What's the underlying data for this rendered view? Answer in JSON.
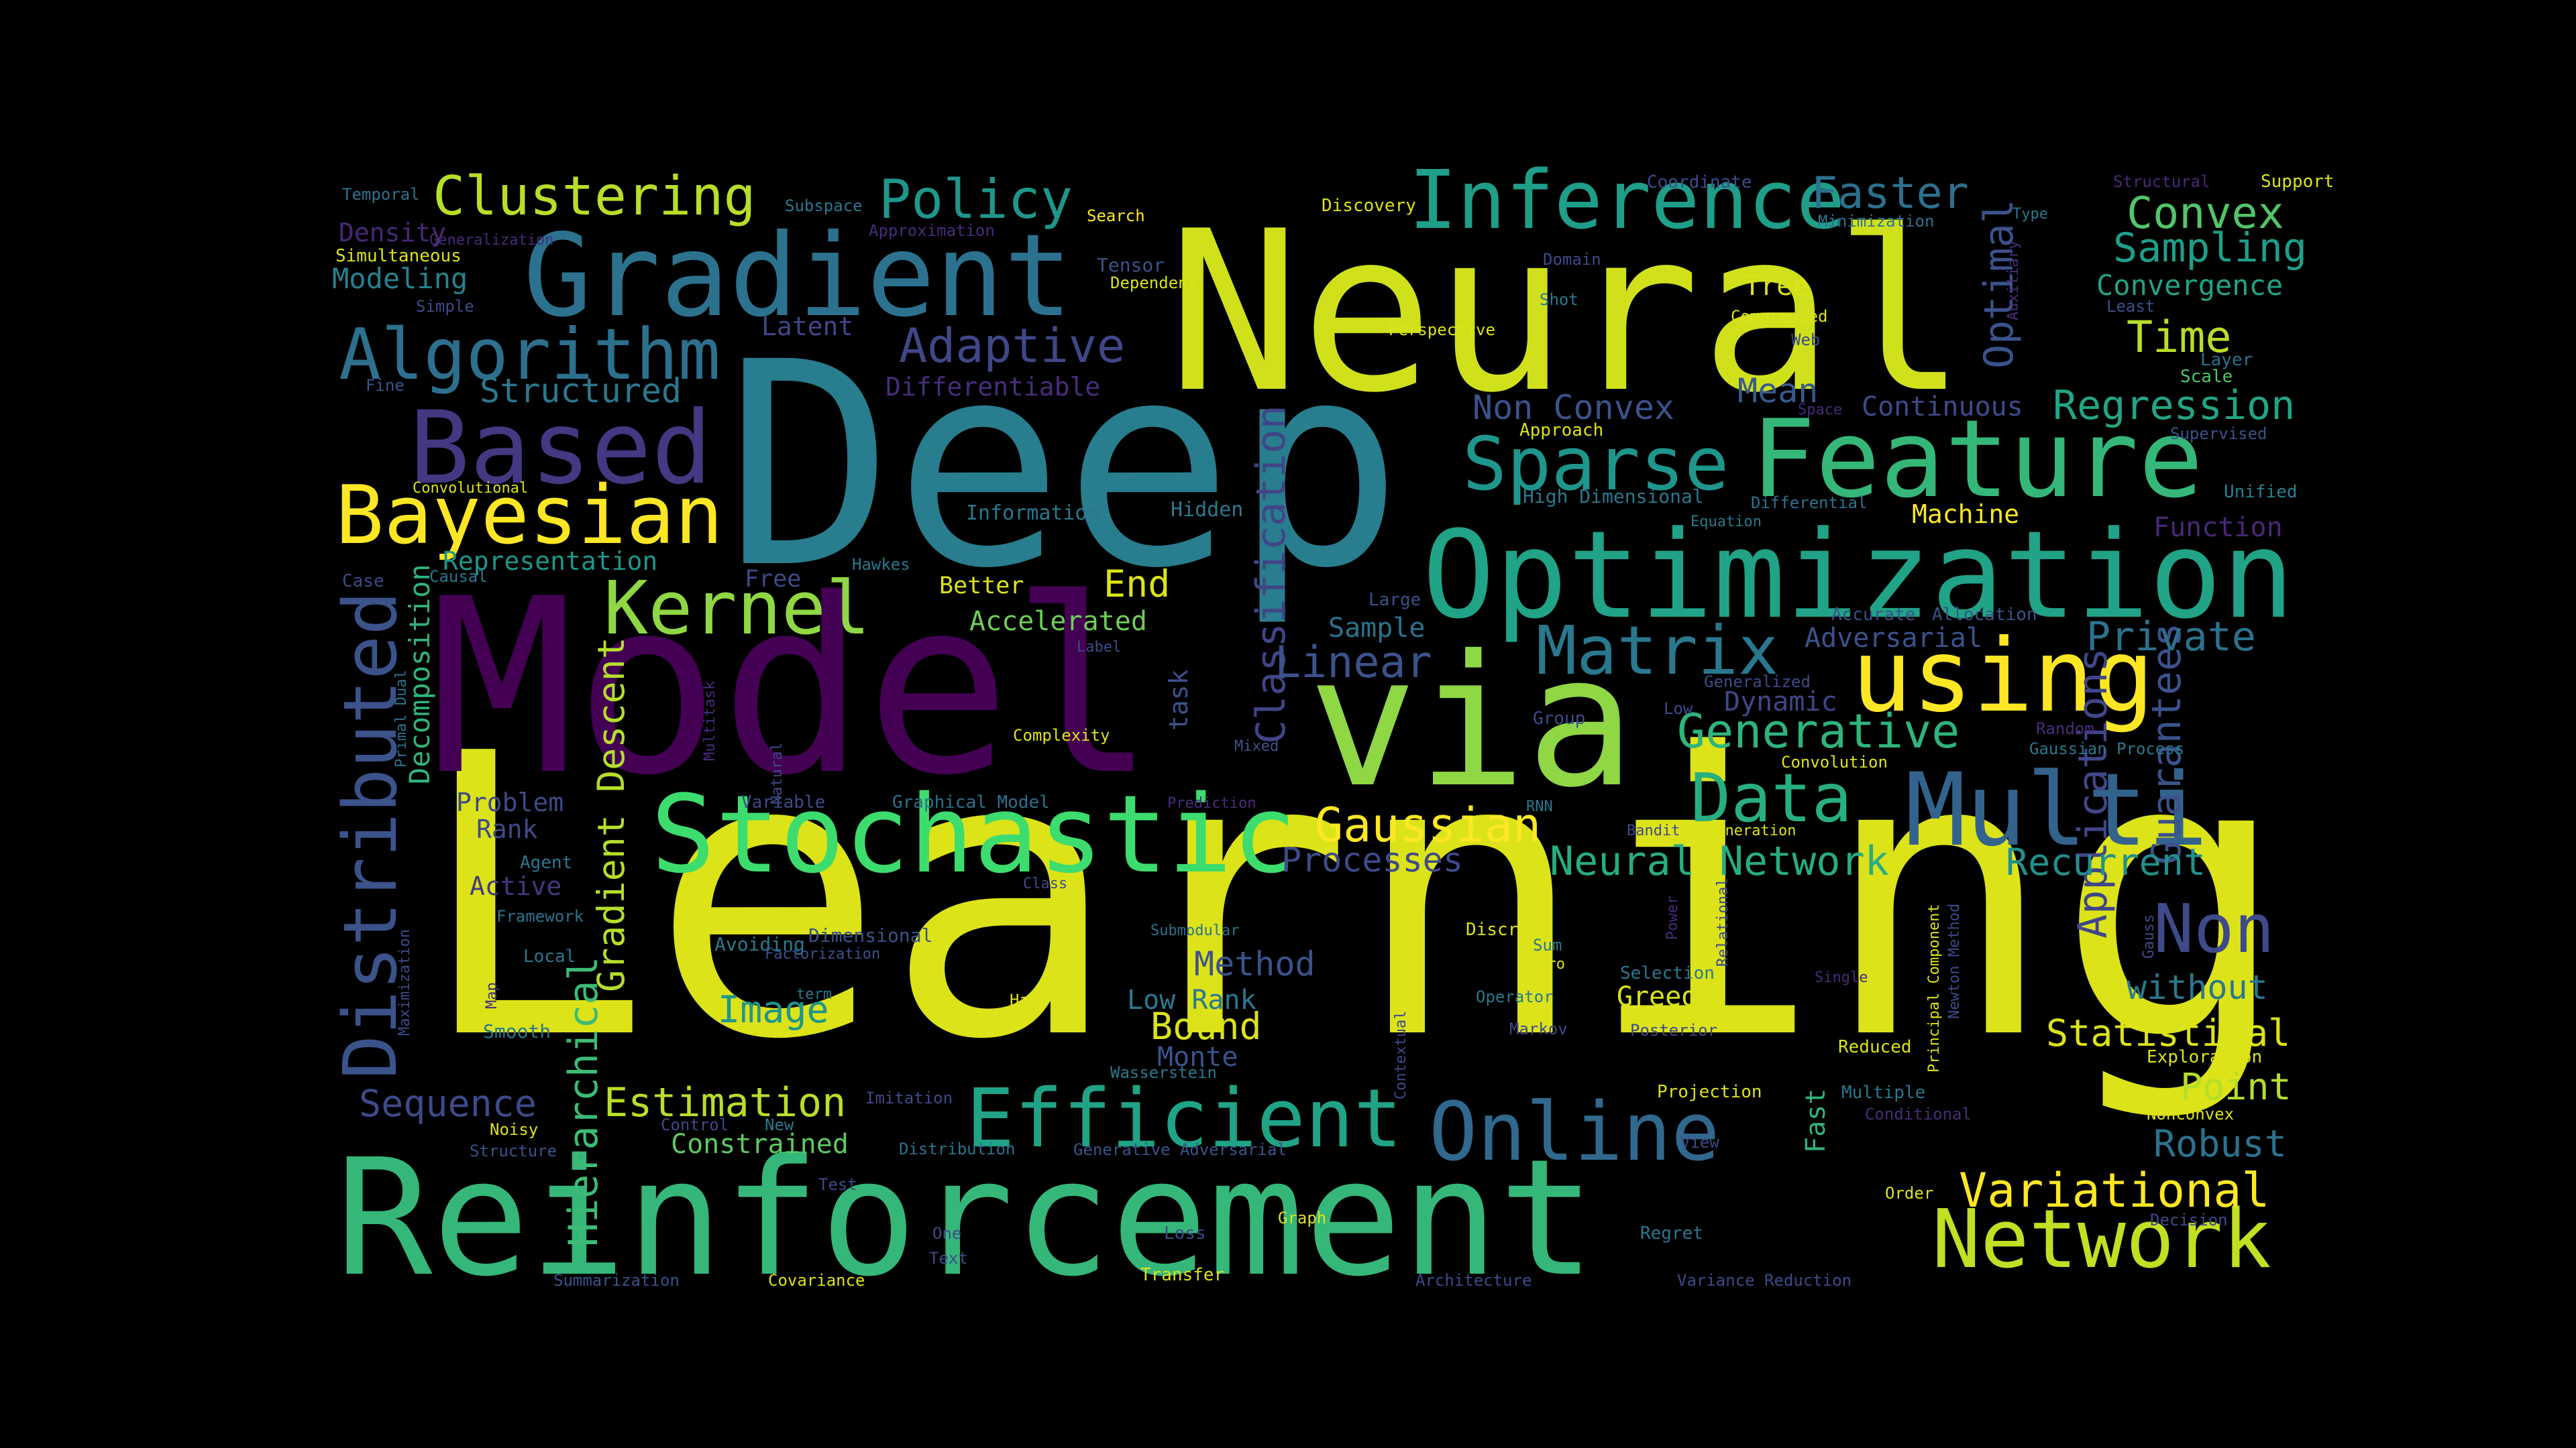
{
  "word_cloud": {
    "words": [
      {
        "text": "Learning",
        "color": "#dce319"
      },
      {
        "text": "Deep",
        "color": "#287d8e"
      },
      {
        "text": "Model",
        "color": "#440154"
      },
      {
        "text": "Neural",
        "color": "#d0e11c"
      },
      {
        "text": "Reinforcement",
        "color": "#35b779"
      },
      {
        "text": "via",
        "color": "#8fd744"
      },
      {
        "text": "Optimization",
        "color": "#20a386"
      },
      {
        "text": "Stochastic",
        "color": "#3ddc6e"
      },
      {
        "text": "Gradient",
        "color": "#2c728e"
      },
      {
        "text": "Feature",
        "color": "#35b779"
      },
      {
        "text": "Multi",
        "color": "#33638d"
      },
      {
        "text": "using",
        "color": "#fde725"
      },
      {
        "text": "Based",
        "color": "#453781"
      },
      {
        "text": "Efficient",
        "color": "#20a386"
      },
      {
        "text": "Inference",
        "color": "#1f9e89"
      },
      {
        "text": "Online",
        "color": "#31688e"
      },
      {
        "text": "Algorithm",
        "color": "#2d708e"
      },
      {
        "text": "Bayesian",
        "color": "#fde725"
      },
      {
        "text": "Distributed",
        "color": "#3b528b"
      },
      {
        "text": "Network",
        "color": "#c2df23"
      },
      {
        "text": "Kernel",
        "color": "#8fd744"
      },
      {
        "text": "Matrix",
        "color": "#2a788e"
      },
      {
        "text": "Data",
        "color": "#29af7f"
      },
      {
        "text": "Sparse",
        "color": "#1f968b"
      },
      {
        "text": "Clustering",
        "color": "#b8de29"
      },
      {
        "text": "Policy",
        "color": "#1f968b"
      },
      {
        "text": "Non",
        "color": "#3e4a89"
      },
      {
        "text": "Generative",
        "color": "#2fb47c"
      },
      {
        "text": "Gaussian",
        "color": "#fde725"
      },
      {
        "text": "Neural Network",
        "color": "#27ad81"
      },
      {
        "text": "Variational",
        "color": "#fde725"
      },
      {
        "text": "Adaptive",
        "color": "#3f4788"
      },
      {
        "text": "Convex",
        "color": "#52c569"
      },
      {
        "text": "Faster",
        "color": "#2d708e"
      },
      {
        "text": "Sampling",
        "color": "#1f9e89"
      },
      {
        "text": "Classification",
        "color": "#414487"
      },
      {
        "text": "Hierarchical",
        "color": "#3cbb75"
      },
      {
        "text": "Applications",
        "color": "#404688"
      },
      {
        "text": "Guarantees",
        "color": "#3b528b"
      },
      {
        "text": "Gradient Descent",
        "color": "#b5de2b"
      },
      {
        "text": "Optimal",
        "color": "#3b528b"
      },
      {
        "text": "Time",
        "color": "#b8de29"
      },
      {
        "text": "Regression",
        "color": "#21a685"
      },
      {
        "text": "Statistical",
        "color": "#dce319"
      },
      {
        "text": "Structured",
        "color": "#2a788e"
      },
      {
        "text": "Linear",
        "color": "#3b528b"
      },
      {
        "text": "Private",
        "color": "#2c728e"
      },
      {
        "text": "Recurrent",
        "color": "#21908d"
      },
      {
        "text": "Estimation",
        "color": "#b8de29"
      },
      {
        "text": "Sequence",
        "color": "#3e4a89"
      },
      {
        "text": "Bound",
        "color": "#dce319"
      },
      {
        "text": "Image",
        "color": "#1f968b"
      },
      {
        "text": "Method",
        "color": "#3b528b"
      },
      {
        "text": "Robust",
        "color": "#2c728e"
      },
      {
        "text": "Point",
        "color": "#b5de2b"
      },
      {
        "text": "without",
        "color": "#2a788e"
      },
      {
        "text": "Decomposition",
        "color": "#2fb47c"
      },
      {
        "text": "Processes",
        "color": "#3e4a89"
      },
      {
        "text": "End",
        "color": "#dce319"
      },
      {
        "text": "Representation",
        "color": "#1f968b"
      },
      {
        "text": "Mean",
        "color": "#38598c"
      },
      {
        "text": "Non Convex",
        "color": "#3b528b"
      },
      {
        "text": "Convergence",
        "color": "#20a386"
      },
      {
        "text": "Density",
        "color": "#482878"
      },
      {
        "text": "Modeling",
        "color": "#26828e"
      },
      {
        "text": "Tree",
        "color": "#dce319"
      },
      {
        "text": "Accelerated",
        "color": "#6ece58"
      },
      {
        "text": "Dynamic",
        "color": "#3f4788"
      },
      {
        "text": "Constrained",
        "color": "#5ec962"
      },
      {
        "text": "Low Rank",
        "color": "#2a788e"
      },
      {
        "text": "Greedy",
        "color": "#dce319"
      },
      {
        "text": "Fast",
        "color": "#2fb47c"
      },
      {
        "text": "Monte",
        "color": "#3b528b"
      },
      {
        "text": "Continuous",
        "color": "#3e4a89"
      },
      {
        "text": "Adversarial",
        "color": "#3b528b"
      },
      {
        "text": "Sample",
        "color": "#2c728e"
      },
      {
        "text": "Latent",
        "color": "#404688"
      },
      {
        "text": "Differentiable",
        "color": "#472d7b"
      },
      {
        "text": "Problem",
        "color": "#3e4a89"
      },
      {
        "text": "Rank",
        "color": "#3e4a89"
      },
      {
        "text": "Active",
        "color": "#453781"
      },
      {
        "text": "Function",
        "color": "#482878"
      },
      {
        "text": "Machine",
        "color": "#fde725"
      },
      {
        "text": "task",
        "color": "#3b528b"
      },
      {
        "text": "Hidden",
        "color": "#2a788e"
      },
      {
        "text": "Information",
        "color": "#2a788e"
      },
      {
        "text": "Better",
        "color": "#dce319"
      },
      {
        "text": "Free",
        "color": "#3e4a89"
      },
      {
        "text": "High Dimensional",
        "color": "#2a788e"
      },
      {
        "text": "Layer",
        "color": "#2c728e"
      },
      {
        "text": "Scale",
        "color": "#52c569"
      },
      {
        "text": "Unified",
        "color": "#26828e"
      },
      {
        "text": "Supervised",
        "color": "#3b528b"
      },
      {
        "text": "Support",
        "color": "#dce319"
      },
      {
        "text": "Structural",
        "color": "#482878"
      },
      {
        "text": "Type",
        "color": "#2a788e"
      },
      {
        "text": "Minimization",
        "color": "#2c728e"
      },
      {
        "text": "Coordinate",
        "color": "#3e4a89"
      },
      {
        "text": "Discovery",
        "color": "#dce319"
      },
      {
        "text": "Search",
        "color": "#fde725"
      },
      {
        "text": "Subspace",
        "color": "#2a788e"
      },
      {
        "text": "Approximation",
        "color": "#472d7b"
      },
      {
        "text": "Tensor",
        "color": "#3b528b"
      },
      {
        "text": "Dependent",
        "color": "#dce319"
      },
      {
        "text": "Domain",
        "color": "#3e4a89"
      },
      {
        "text": "Shot",
        "color": "#2a788e"
      },
      {
        "text": "Perspective",
        "color": "#dce319"
      },
      {
        "text": "Compressed",
        "color": "#dce319"
      },
      {
        "text": "Web",
        "color": "#3e4a89"
      },
      {
        "text": "Least",
        "color": "#3b528b"
      },
      {
        "text": "Auxiliary",
        "color": "#472d7b"
      },
      {
        "text": "Temporal",
        "color": "#2c728e"
      },
      {
        "text": "Generalization",
        "color": "#472d7b"
      },
      {
        "text": "Simultaneous",
        "color": "#dce319"
      },
      {
        "text": "Simple",
        "color": "#3e4a89"
      },
      {
        "text": "Fine",
        "color": "#3b528b"
      },
      {
        "text": "Convolutional",
        "color": "#dce319"
      },
      {
        "text": "Case",
        "color": "#3e4a89"
      },
      {
        "text": "Causal",
        "color": "#2a788e"
      },
      {
        "text": "Hawkes",
        "color": "#2a788e"
      },
      {
        "text": "Space",
        "color": "#472d7b"
      },
      {
        "text": "Approach",
        "color": "#dce319"
      },
      {
        "text": "Differential",
        "color": "#2c728e"
      },
      {
        "text": "Equation",
        "color": "#2a788e"
      },
      {
        "text": "Large",
        "color": "#3b528b"
      },
      {
        "text": "Label",
        "color": "#3e4a89"
      },
      {
        "text": "Accurate",
        "color": "#3b528b"
      },
      {
        "text": "Allocation",
        "color": "#3b528b"
      },
      {
        "text": "Generalized",
        "color": "#3e4a89"
      },
      {
        "text": "Low",
        "color": "#3e4a89"
      },
      {
        "text": "Group",
        "color": "#3e4a89"
      },
      {
        "text": "Random",
        "color": "#472d7b"
      },
      {
        "text": "Gaussian Process",
        "color": "#2a788e"
      },
      {
        "text": "Convolution",
        "color": "#dce319"
      },
      {
        "text": "Complexity",
        "color": "#dce319"
      },
      {
        "text": "Mixed",
        "color": "#3b528b"
      },
      {
        "text": "Multitask",
        "color": "#472d7b"
      },
      {
        "text": "Natural",
        "color": "#3e4a89"
      },
      {
        "text": "Primal Dual",
        "color": "#2c728e"
      },
      {
        "text": "Variable",
        "color": "#3e4a89"
      },
      {
        "text": "Graphical Model",
        "color": "#2c728e"
      },
      {
        "text": "Prediction",
        "color": "#472d7b"
      },
      {
        "text": "RNN",
        "color": "#2a788e"
      },
      {
        "text": "Bandit",
        "color": "#3e4a89"
      },
      {
        "text": "Generation",
        "color": "#dce319"
      },
      {
        "text": "Maximization",
        "color": "#3e4a89"
      },
      {
        "text": "Agent",
        "color": "#2a788e"
      },
      {
        "text": "Framework",
        "color": "#2c728e"
      },
      {
        "text": "Class",
        "color": "#3e4a89"
      },
      {
        "text": "Local",
        "color": "#2a788e"
      },
      {
        "text": "Submodular",
        "color": "#2c728e"
      },
      {
        "text": "Avoiding",
        "color": "#2a788e"
      },
      {
        "text": "Dimensional",
        "color": "#3b528b"
      },
      {
        "text": "Factorization",
        "color": "#3b528b"
      },
      {
        "text": "Map",
        "color": "#472d7b"
      },
      {
        "text": "term",
        "color": "#2a788e"
      },
      {
        "text": "Smooth",
        "color": "#2a788e"
      },
      {
        "text": "Hard",
        "color": "#dce319"
      },
      {
        "text": "Discrete",
        "color": "#dce319"
      },
      {
        "text": "Sum",
        "color": "#2a788e"
      },
      {
        "text": "Zero",
        "color": "#dce319"
      },
      {
        "text": "Operator",
        "color": "#2a788e"
      },
      {
        "text": "Markov",
        "color": "#3e4a89"
      },
      {
        "text": "Power",
        "color": "#472d7b"
      },
      {
        "text": "Relational",
        "color": "#3e4a89"
      },
      {
        "text": "Selection",
        "color": "#2a788e"
      },
      {
        "text": "Posterior",
        "color": "#3e4a89"
      },
      {
        "text": "Single",
        "color": "#472d7b"
      },
      {
        "text": "Principal Component",
        "color": "#dce319"
      },
      {
        "text": "Newton Method",
        "color": "#3e4a89"
      },
      {
        "text": "Gauss",
        "color": "#3e4a89"
      },
      {
        "text": "Exploration",
        "color": "#dce319"
      },
      {
        "text": "Nonconvex",
        "color": "#dce319"
      },
      {
        "text": "Decision",
        "color": "#3e4a89"
      },
      {
        "text": "Contextual",
        "color": "#3e4a89"
      },
      {
        "text": "Reduced",
        "color": "#dce319"
      },
      {
        "text": "Multiple",
        "color": "#2a788e"
      },
      {
        "text": "Conditional",
        "color": "#472d7b"
      },
      {
        "text": "Projection",
        "color": "#dce319"
      },
      {
        "text": "Wasserstein",
        "color": "#2a788e"
      },
      {
        "text": "View",
        "color": "#3e4a89"
      },
      {
        "text": "Imitation",
        "color": "#3e4a89"
      },
      {
        "text": "Noisy",
        "color": "#dce319"
      },
      {
        "text": "Control",
        "color": "#3e4a89"
      },
      {
        "text": "New",
        "color": "#2a788e"
      },
      {
        "text": "Structure",
        "color": "#3b528b"
      },
      {
        "text": "Distribution",
        "color": "#2c728e"
      },
      {
        "text": "Generative Adversarial",
        "color": "#3b528b"
      },
      {
        "text": "Test",
        "color": "#3e4a89"
      },
      {
        "text": "One",
        "color": "#3e4a89"
      },
      {
        "text": "Text",
        "color": "#3e4a89"
      },
      {
        "text": "Loss",
        "color": "#3e4a89"
      },
      {
        "text": "Graph",
        "color": "#dce319"
      },
      {
        "text": "Regret",
        "color": "#2a788e"
      },
      {
        "text": "Order",
        "color": "#dce319"
      },
      {
        "text": "Summarization",
        "color": "#3b528b"
      },
      {
        "text": "Covariance",
        "color": "#dce319"
      },
      {
        "text": "Transfer",
        "color": "#dce319"
      },
      {
        "text": "Architecture",
        "color": "#3e4a89"
      },
      {
        "text": "Variance Reduction",
        "color": "#3e4a89"
      }
    ]
  }
}
